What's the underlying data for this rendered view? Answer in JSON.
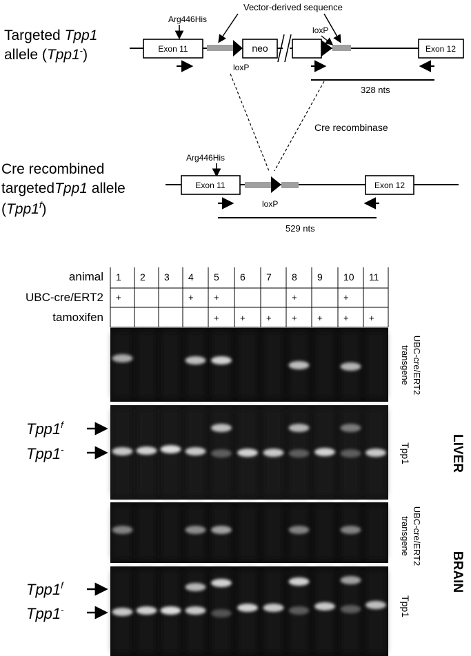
{
  "diagram": {
    "targeted": {
      "title_line1_pre": "Targeted ",
      "title_line1_gene": "Tpp1",
      "title_line2_pre": "allele (",
      "title_line2_gene": "Tpp1",
      "title_line2_sup": "-",
      "title_line2_post": ")",
      "mutation": "Arg446His",
      "vector_label": "Vector-derived sequence",
      "exon11": "Exon 11",
      "neo": "neo",
      "exon12": "Exon 12",
      "loxp_left": "loxP",
      "loxp_right": "loxP",
      "product": "328 nts"
    },
    "recombinase": "Cre recombinase",
    "recombined": {
      "title_line1": "Cre recombined",
      "title_line2_pre": "targeted",
      "title_line2_gene": "Tpp1",
      "title_line2_post": " allele",
      "title_line3_pre": "(",
      "title_line3_gene": "Tpp1",
      "title_line3_sup": "f",
      "title_line3_post": ")",
      "mutation": "Arg446His",
      "exon11": "Exon 11",
      "exon12": "Exon 12",
      "loxp": "loxP",
      "product": "529 nts"
    }
  },
  "table": {
    "row_labels": [
      "animal",
      "UBC-cre/ERT2",
      "tamoxifen"
    ],
    "animals": [
      "1",
      "2",
      "3",
      "4",
      "5",
      "6",
      "7",
      "8",
      "9",
      "10",
      "11"
    ],
    "cre": [
      "+",
      "",
      "",
      "+",
      "+",
      "",
      "",
      "+",
      "",
      "+",
      ""
    ],
    "tamoxifen": [
      "",
      "",
      "",
      "",
      "+",
      "+",
      "+",
      "+",
      "+",
      "+",
      "+"
    ]
  },
  "gels": {
    "transgene_label_line1": "UBC-cre/ERT2",
    "transgene_label_line2": "transgene",
    "tpp1_label": "Tpp1",
    "liver": "LIVER",
    "brain": "BRAIN",
    "allele_f_gene": "Tpp1",
    "allele_f_sup": "f",
    "allele_minus_gene": "Tpp1",
    "allele_minus_sup": "-"
  }
}
